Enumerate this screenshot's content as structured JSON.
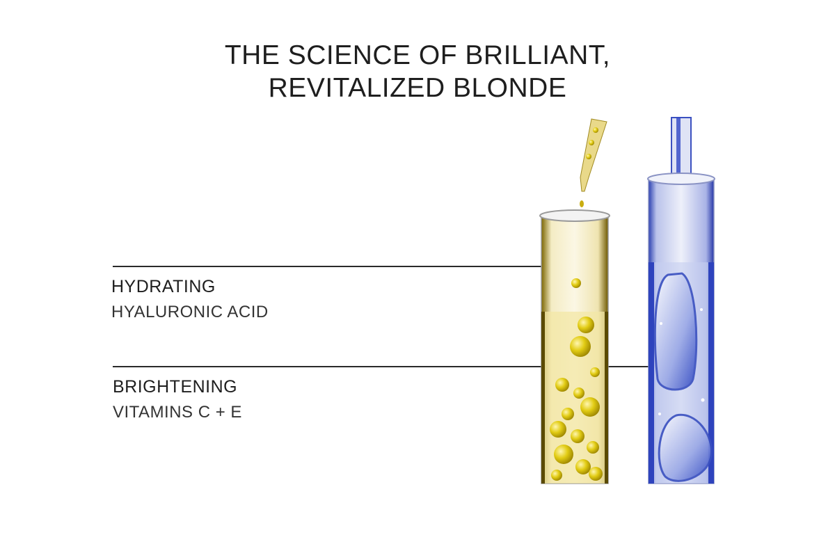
{
  "title": {
    "line1": "THE SCIENCE OF BRILLIANT,",
    "line2": "REVITALIZED BLONDE"
  },
  "benefits": [
    {
      "heading": "HYDRATING",
      "ingredient": "HYALURONIC ACID"
    },
    {
      "heading": "BRIGHTENING",
      "ingredient": "VITAMINS C + E"
    }
  ],
  "colors": {
    "text": "#1e1e1e",
    "oil": "#d8c21a",
    "serum": "#3f56c4",
    "glass": "#c9cbd2"
  },
  "icons": [
    "yellow-oil-test-tube",
    "blue-serum-test-tube",
    "dropper-pipette"
  ]
}
